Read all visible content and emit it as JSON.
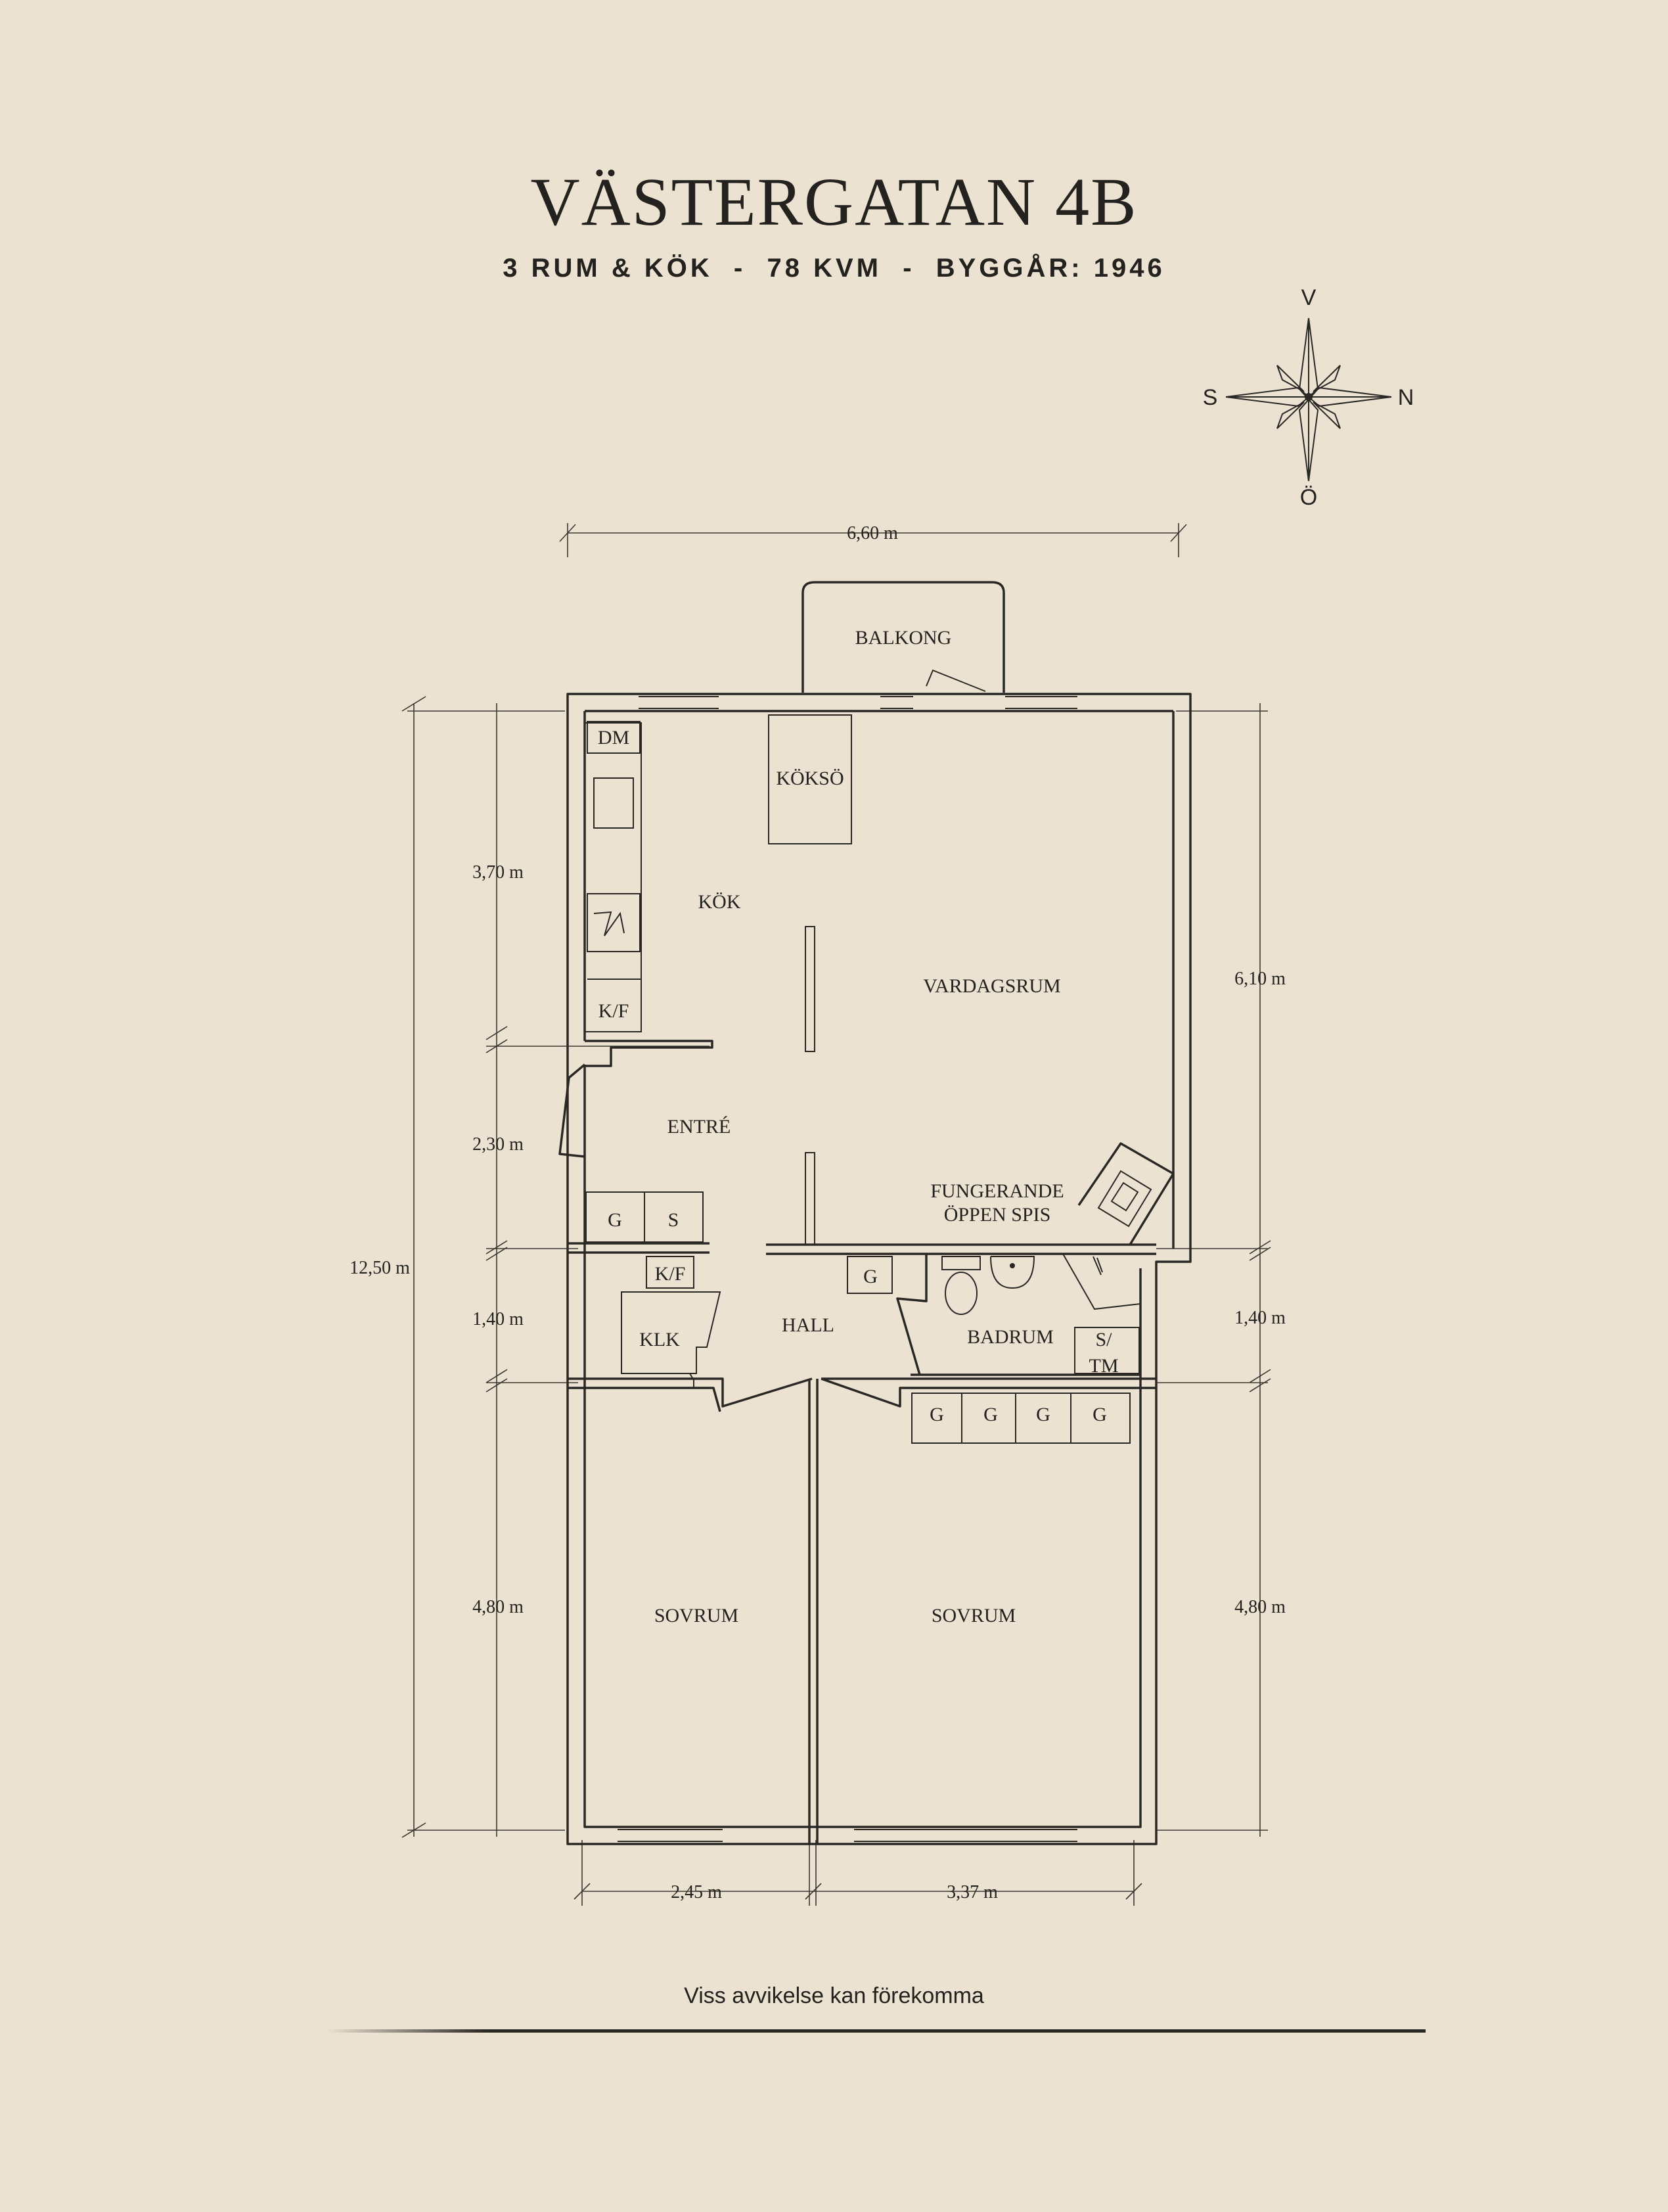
{
  "title": "VÄSTERGATAN 4B",
  "subtitle": "3 RUM & KÖK  -  78 KVM  -  BYGGÅR: 1946",
  "compass": {
    "v": "V",
    "n": "N",
    "s": "S",
    "o": "Ö"
  },
  "rooms": {
    "balkong": "BALKONG",
    "dm": "DM",
    "kokso": "KÖKSÖ",
    "kok": "KÖK",
    "kf_kitchen": "K/F",
    "vardagsrum": "VARDAGSRUM",
    "entre": "ENTRÉ",
    "g_entre": "G",
    "s_entre": "S",
    "fireplace_line1": "FUNGERANDE",
    "fireplace_line2": "ÖPPEN SPIS",
    "kf_hall": "K/F",
    "klk": "KLK",
    "hall": "HALL",
    "g_hall": "G",
    "badrum": "BADRUM",
    "stm_line1": "S/",
    "stm_line2": "TM",
    "wardrobes": [
      "G",
      "G",
      "G",
      "G"
    ],
    "sovrum_left": "SOVRUM",
    "sovrum_right": "SOVRUM"
  },
  "dimensions": {
    "top_width": "6,60 m",
    "overall_height": "12,50 m",
    "left_kitchen": "3,70 m",
    "left_entre": "2,30 m",
    "left_hall": "1,40 m",
    "left_bedroom": "4,80 m",
    "right_living": "6,10 m",
    "right_bath": "1,40 m",
    "right_bedroom": "4,80 m",
    "bottom_left": "2,45 m",
    "bottom_right": "3,37 m"
  },
  "disclaimer": "Viss avvikelse kan förekomma"
}
